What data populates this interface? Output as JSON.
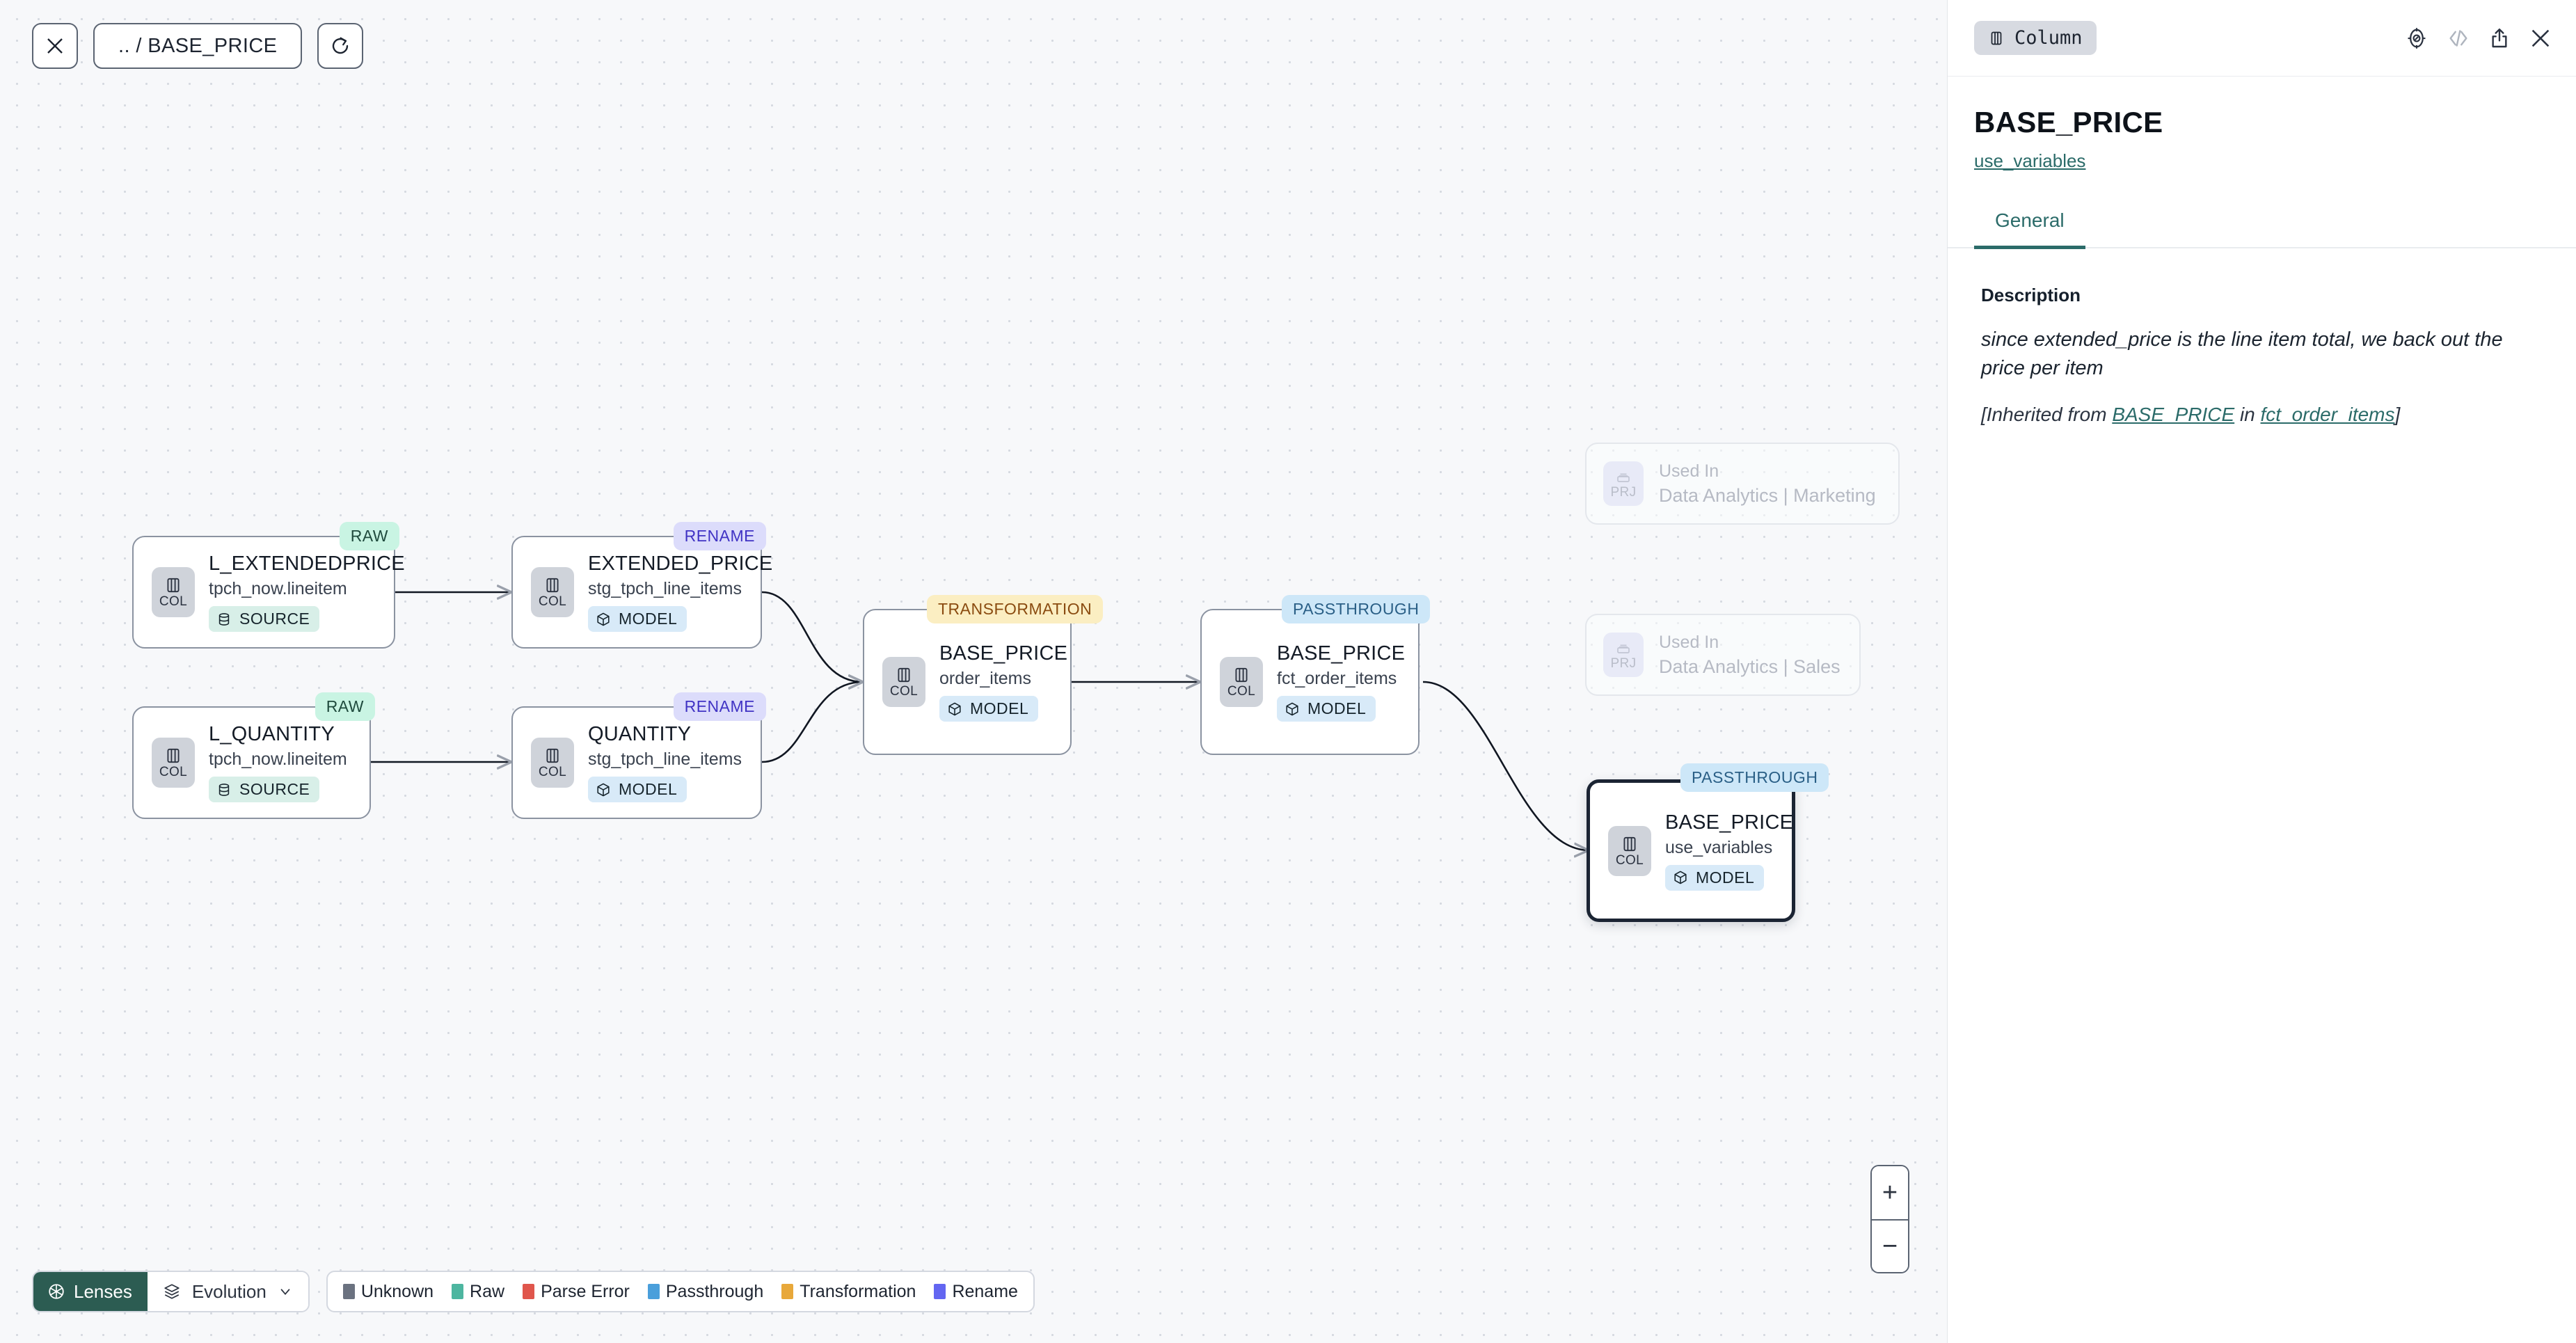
{
  "toolbar": {
    "close_label": "✕",
    "breadcrumb": ".. / BASE_PRICE",
    "refresh_label": "refresh-icon"
  },
  "bottom": {
    "lenses_label": "Lenses",
    "evolution_label": "Evolution",
    "legend": [
      {
        "label": "Unknown",
        "color": "#6b7280"
      },
      {
        "label": "Raw",
        "color": "#4db6a0"
      },
      {
        "label": "Parse Error",
        "color": "#e0564c"
      },
      {
        "label": "Passthrough",
        "color": "#4a9fdb"
      },
      {
        "label": "Transformation",
        "color": "#e8a83a"
      },
      {
        "label": "Rename",
        "color": "#6366f1"
      }
    ],
    "zoom_in": "+",
    "zoom_out": "−"
  },
  "graph": {
    "nodes": [
      {
        "id": "n1",
        "title": "L_EXTENDEDPRICE",
        "sub": "tpch_now.lineitem",
        "badge": "COL",
        "kind": "SOURCE",
        "tag": "RAW"
      },
      {
        "id": "n2",
        "title": "L_QUANTITY",
        "sub": "tpch_now.lineitem",
        "badge": "COL",
        "kind": "SOURCE",
        "tag": "RAW"
      },
      {
        "id": "n3",
        "title": "EXTENDED_PRICE",
        "sub": "stg_tpch_line_items",
        "badge": "COL",
        "kind": "MODEL",
        "tag": "RENAME"
      },
      {
        "id": "n4",
        "title": "QUANTITY",
        "sub": "stg_tpch_line_items",
        "badge": "COL",
        "kind": "MODEL",
        "tag": "RENAME"
      },
      {
        "id": "n5",
        "title": "BASE_PRICE",
        "sub": "order_items",
        "badge": "COL",
        "kind": "MODEL",
        "tag": "TRANSFORMATION"
      },
      {
        "id": "n6",
        "title": "BASE_PRICE",
        "sub": "fct_order_items",
        "badge": "COL",
        "kind": "MODEL",
        "tag": "PASSTHROUGH"
      },
      {
        "id": "n7",
        "title": "BASE_PRICE",
        "sub": "use_variables",
        "badge": "COL",
        "kind": "MODEL",
        "tag": "PASSTHROUGH"
      }
    ],
    "ghosts": [
      {
        "id": "g1",
        "badge": "PRJ",
        "line1": "Used In",
        "line2": "Data Analytics | Marketing"
      },
      {
        "id": "g2",
        "badge": "PRJ",
        "line1": "Used In",
        "line2": "Data Analytics | Sales"
      }
    ]
  },
  "panel": {
    "type_chip": "Column",
    "title": "BASE_PRICE",
    "subtitle_link": "use_variables",
    "tabs": [
      {
        "label": "General"
      }
    ],
    "description_label": "Description",
    "description_text": "since extended_price is the line item total, we back out the price per item",
    "inherited_prefix": "[Inherited from ",
    "inherited_link_1": "BASE_PRICE",
    "inherited_mid": " in ",
    "inherited_link_2": "fct_order_items",
    "inherited_suffix": "]"
  }
}
